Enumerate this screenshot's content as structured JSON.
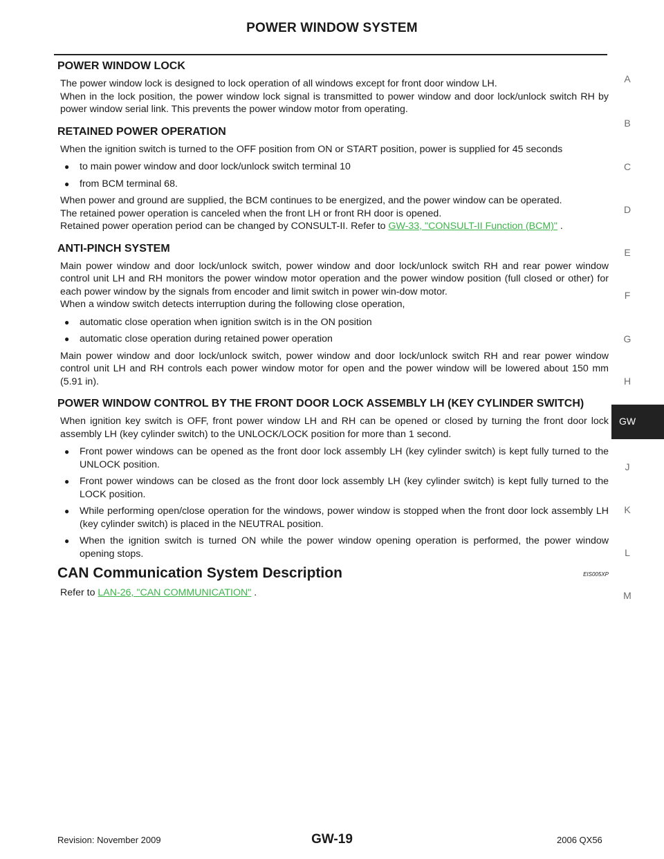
{
  "header": {
    "title": "POWER WINDOW SYSTEM"
  },
  "sections": {
    "lock": {
      "heading": "POWER WINDOW LOCK",
      "p1": "The power window lock is designed to lock operation of all windows except for front door window LH.",
      "p2": "When in the lock position, the power window lock signal is transmitted to power window and door lock/unlock switch RH by power window serial link. This prevents the power window motor from operating."
    },
    "retained": {
      "heading": "RETAINED POWER OPERATION",
      "p1": "When the ignition switch is turned to the OFF position from ON or START position, power is supplied for 45 seconds",
      "bullets": [
        "to main power window and door lock/unlock switch terminal 10",
        "from BCM terminal 68."
      ],
      "p2": "When power and ground are supplied, the BCM continues to be energized, and the power window can be operated.",
      "p3": "The retained power operation is canceled when the front LH or front RH door is opened.",
      "p4_pre": "Retained power operation period can be changed by CONSULT-II. Refer to ",
      "p4_link": "GW-33, \"CONSULT-II Function (BCM)\"",
      "p4_post": " ."
    },
    "antipinch": {
      "heading": "ANTI-PINCH SYSTEM",
      "p1": "Main power window and door lock/unlock switch, power window and door lock/unlock switch RH and rear power window control unit LH and RH monitors the power window motor operation and the power window position (full closed or other) for each power window by the signals from encoder and limit switch in power win-dow motor.",
      "p2": "When a window switch detects interruption during the following close operation,",
      "bullets": [
        "automatic close operation when ignition switch is in the ON position",
        "automatic close operation during retained power operation"
      ],
      "p3": "Main power window and door lock/unlock switch, power window and door lock/unlock switch RH and rear power window control unit LH and RH controls each power window motor for open and the power window will be lowered about 150 mm (5.91 in)."
    },
    "keycyl": {
      "heading": "POWER WINDOW CONTROL BY THE FRONT DOOR LOCK ASSEMBLY LH (KEY CYLINDER SWITCH)",
      "p1": "When ignition key switch is OFF, front power window LH and RH can be opened or closed by turning the front door lock assembly LH (key cylinder switch) to the UNLOCK/LOCK position for more than 1 second.",
      "bullets": [
        "Front power windows can be opened as the front door lock assembly LH (key cylinder switch) is kept fully turned to the UNLOCK position.",
        "Front power windows can be closed as the front door lock assembly LH (key cylinder switch) is kept fully turned to the LOCK position.",
        "While performing open/close operation for the windows, power window is stopped when the front door lock assembly LH (key cylinder switch) is placed in the NEUTRAL position.",
        "When the ignition switch is turned ON while the power window opening operation is performed, the power window opening stops."
      ]
    },
    "can": {
      "heading": "CAN Communication System Description",
      "code": "EIS005XP",
      "pre": "Refer to ",
      "link": "LAN-26, \"CAN COMMUNICATION\"",
      "post": " ."
    }
  },
  "sidebar": {
    "letters": [
      "A",
      "B",
      "C",
      "D",
      "E",
      "F",
      "G",
      "H",
      "J",
      "K",
      "L",
      "M"
    ],
    "active": "GW"
  },
  "footer": {
    "revision": "Revision: November 2009",
    "page": "GW-19",
    "model": "2006 QX56"
  }
}
